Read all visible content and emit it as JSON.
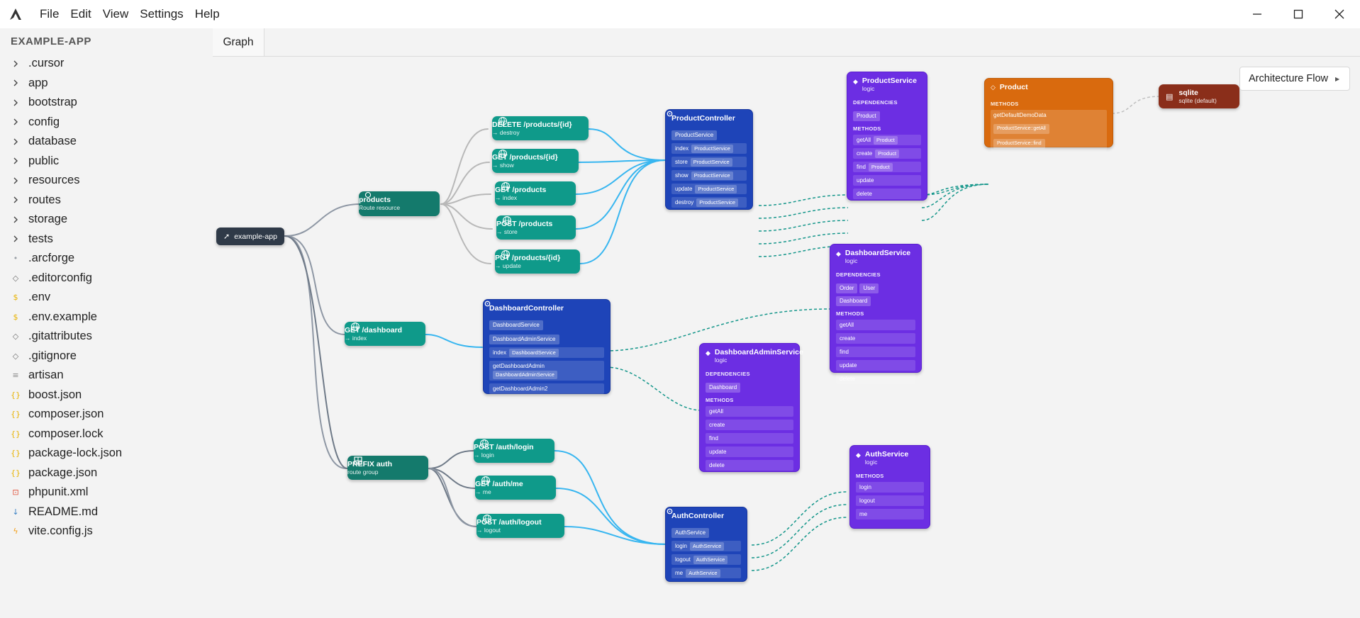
{
  "app": {
    "menu": [
      "File",
      "Edit",
      "View",
      "Settings",
      "Help"
    ]
  },
  "sidebar": {
    "title": "EXAMPLE-APP",
    "items": [
      {
        "label": ".cursor",
        "type": "folder"
      },
      {
        "label": "app",
        "type": "folder"
      },
      {
        "label": "bootstrap",
        "type": "folder"
      },
      {
        "label": "config",
        "type": "folder"
      },
      {
        "label": "database",
        "type": "folder"
      },
      {
        "label": "public",
        "type": "folder"
      },
      {
        "label": "resources",
        "type": "folder"
      },
      {
        "label": "routes",
        "type": "folder"
      },
      {
        "label": "storage",
        "type": "folder"
      },
      {
        "label": "tests",
        "type": "folder"
      },
      {
        "label": ".arcforge",
        "type": "file",
        "icon": "•",
        "color": "#9aa0a6"
      },
      {
        "label": ".editorconfig",
        "type": "file",
        "icon": "◇",
        "color": "#707070"
      },
      {
        "label": ".env",
        "type": "file",
        "icon": "$",
        "color": "#e8b200"
      },
      {
        "label": ".env.example",
        "type": "file",
        "icon": "$",
        "color": "#e8b200"
      },
      {
        "label": ".gitattributes",
        "type": "file",
        "icon": "◇",
        "color": "#707070"
      },
      {
        "label": ".gitignore",
        "type": "file",
        "icon": "◇",
        "color": "#707070"
      },
      {
        "label": "artisan",
        "type": "file",
        "icon": "≡",
        "color": "#8a8a8a"
      },
      {
        "label": "boost.json",
        "type": "file",
        "icon": "{}",
        "color": "#e8b200"
      },
      {
        "label": "composer.json",
        "type": "file",
        "icon": "{}",
        "color": "#e8b200"
      },
      {
        "label": "composer.lock",
        "type": "file",
        "icon": "{}",
        "color": "#e8b200"
      },
      {
        "label": "package-lock.json",
        "type": "file",
        "icon": "{}",
        "color": "#e8b200"
      },
      {
        "label": "package.json",
        "type": "file",
        "icon": "{}",
        "color": "#e8b200"
      },
      {
        "label": "phpunit.xml",
        "type": "file",
        "icon": "⊡",
        "color": "#e0513a"
      },
      {
        "label": "README.md",
        "type": "file",
        "icon": "↓",
        "color": "#3b82c4"
      },
      {
        "label": "vite.config.js",
        "type": "file",
        "icon": "ϟ",
        "color": "#f39c12"
      }
    ]
  },
  "tabs": [
    {
      "label": "Graph"
    }
  ],
  "panel": {
    "label": "Architecture Flow"
  },
  "graph": {
    "root": {
      "title": "example-app"
    },
    "products": {
      "title": "products",
      "sub": "Route resource"
    },
    "routes": {
      "delete": {
        "title": "DELETE /products/{id}",
        "sub": "→ destroy"
      },
      "get_id": {
        "title": "GET /products/{id}",
        "sub": "→ show"
      },
      "get_list": {
        "title": "GET /products",
        "sub": "→ index"
      },
      "post": {
        "title": "POST /products",
        "sub": "→ store"
      },
      "put": {
        "title": "PUT /products/{id}",
        "sub": "→ update"
      },
      "dashboard": {
        "title": "GET /dashboard",
        "sub": "→ index"
      },
      "auth_group": {
        "title": "PREFIX auth",
        "sub": "route group"
      },
      "login": {
        "title": "POST /auth/login",
        "sub": "→ login"
      },
      "me": {
        "title": "GET /auth/me",
        "sub": "→ me"
      },
      "logout": {
        "title": "POST /auth/logout",
        "sub": "→ logout"
      }
    },
    "product_controller": {
      "title": "ProductController",
      "deps": [
        "ProductService"
      ],
      "methods": [
        {
          "name": "index",
          "dep": "ProductService"
        },
        {
          "name": "store",
          "dep": "ProductService"
        },
        {
          "name": "show",
          "dep": "ProductService"
        },
        {
          "name": "update",
          "dep": "ProductService"
        },
        {
          "name": "destroy",
          "dep": "ProductService"
        }
      ]
    },
    "dashboard_controller": {
      "title": "DashboardController",
      "deps": [
        "DashboardService",
        "DashboardAdminService"
      ],
      "methods": [
        {
          "name": "index",
          "dep": "DashboardService"
        },
        {
          "name": "getDashboardAdmin",
          "dep": "DashboardAdminService"
        },
        {
          "name": "getDashboardAdmin2",
          "dep": ""
        }
      ]
    },
    "auth_controller": {
      "title": "AuthController",
      "deps": [
        "AuthService"
      ],
      "methods": [
        {
          "name": "login",
          "dep": "AuthService"
        },
        {
          "name": "logout",
          "dep": "AuthService"
        },
        {
          "name": "me",
          "dep": "AuthService"
        }
      ]
    },
    "product_service": {
      "title": "ProductService",
      "sub": "logic",
      "dep_label": "DEPENDENCIES",
      "method_label": "METHODS",
      "deps": [
        "Product"
      ],
      "methods": [
        {
          "name": "getAll",
          "dep": "Product"
        },
        {
          "name": "create",
          "dep": "Product"
        },
        {
          "name": "find",
          "dep": "Product"
        },
        {
          "name": "update",
          "dep": ""
        },
        {
          "name": "delete",
          "dep": ""
        }
      ]
    },
    "dashboard_service": {
      "title": "DashboardService",
      "sub": "logic",
      "dep_label": "DEPENDENCIES",
      "method_label": "METHODS",
      "deps": [
        "Order",
        "User",
        "Dashboard"
      ],
      "methods": [
        "getAll",
        "create",
        "find",
        "update",
        "delete"
      ]
    },
    "dashboard_admin_service": {
      "title": "DashboardAdminService",
      "sub": "logic",
      "dep_label": "DEPENDENCIES",
      "method_label": "METHODS",
      "deps": [
        "Dashboard"
      ],
      "methods": [
        "getAll",
        "create",
        "find",
        "update",
        "delete"
      ]
    },
    "auth_service": {
      "title": "AuthService",
      "sub": "logic",
      "method_label": "METHODS",
      "methods": [
        "login",
        "logout",
        "me"
      ]
    },
    "product_model": {
      "title": "Product",
      "method_label": "METHODS",
      "method": "getDefaultDemoData",
      "refs": [
        "ProductService::getAll",
        "ProductService::find"
      ]
    },
    "sqlite": {
      "title": "sqlite",
      "sub": "sqlite (default)"
    }
  },
  "colors": {
    "route": "#0f9a8a",
    "resource": "#147a6c",
    "root": "#2f3a48",
    "controller": "#1e44b8",
    "service": "#6c2ee3",
    "model": "#d96a0e",
    "db": "#8a2e1a",
    "edge_route": "#38b6f0",
    "edge_dep": "#14968a"
  }
}
